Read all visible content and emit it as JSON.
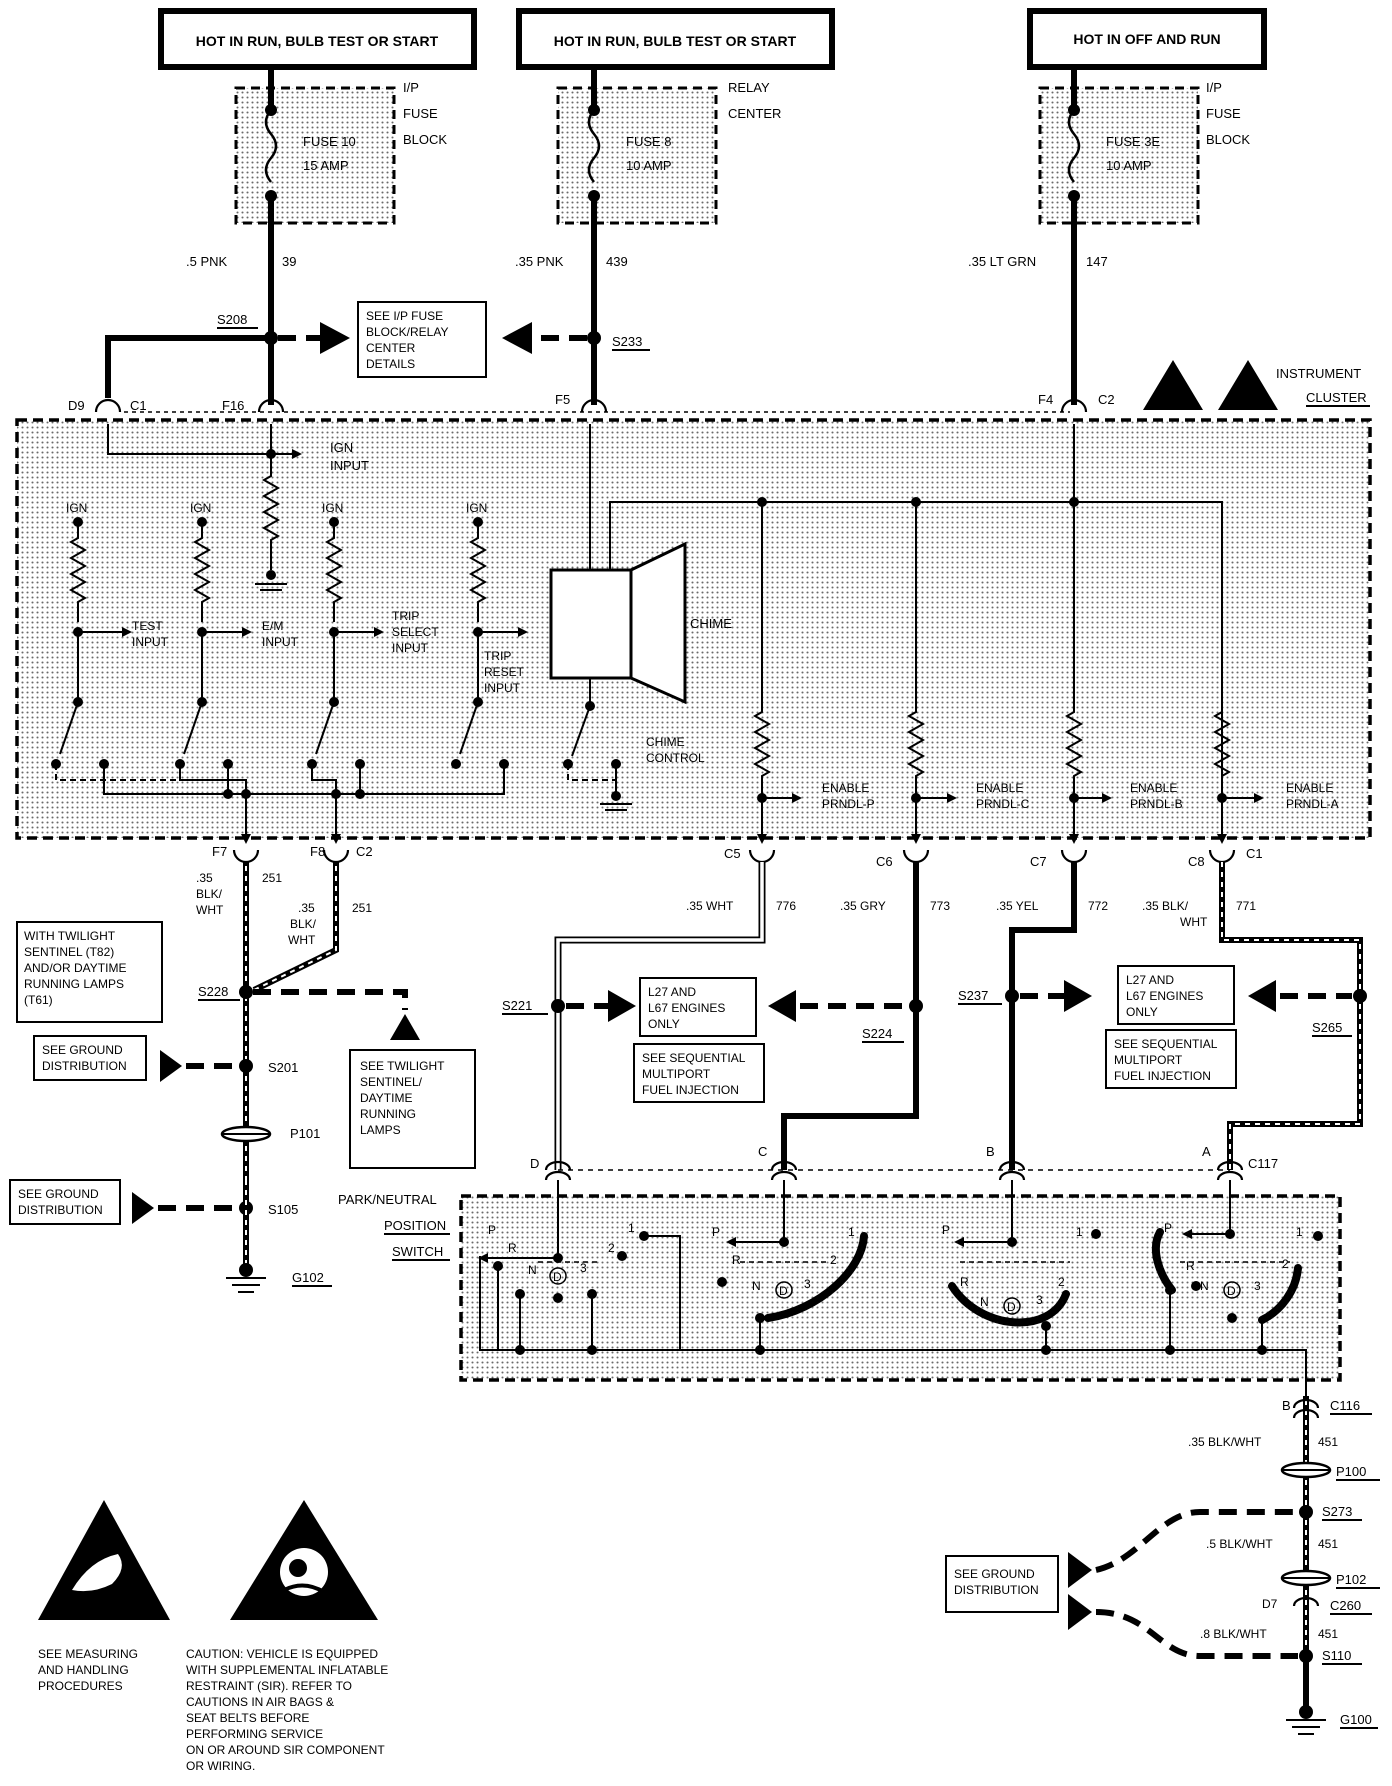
{
  "headers": [
    "HOT IN RUN, BULB TEST OR START",
    "HOT IN RUN, BULB TEST OR START",
    "HOT IN OFF AND RUN"
  ],
  "fuses": [
    {
      "name": "FUSE 10",
      "rating": "15 AMP",
      "block_lines": [
        "I/P",
        "FUSE",
        "BLOCK"
      ]
    },
    {
      "name": "FUSE 8",
      "rating": "10 AMP",
      "block_lines": [
        "RELAY",
        "CENTER"
      ]
    },
    {
      "name": "FUSE 3E",
      "rating": "10 AMP",
      "block_lines": [
        "I/P",
        "FUSE",
        "BLOCK"
      ]
    }
  ],
  "wires": {
    "w39": {
      "gauge": ".5 PNK",
      "circuit": "39"
    },
    "w439": {
      "gauge": ".35 PNK",
      "circuit": "439"
    },
    "w147": {
      "gauge": ".35 LT GRN",
      "circuit": "147"
    },
    "w776": {
      "gauge": ".35 WHT",
      "circuit": "776"
    },
    "w773": {
      "gauge": ".35 GRY",
      "circuit": "773"
    },
    "w772": {
      "gauge": ".35 YEL",
      "circuit": "772"
    },
    "w771": {
      "gauge": ".35 BLK/",
      "gauge2": "WHT",
      "circuit": "771"
    },
    "w251a": {
      "gauge1": ".35",
      "gauge2": "BLK/",
      "gauge3": "WHT",
      "circuit": "251"
    },
    "w251b": {
      "gauge1": ".35",
      "gauge2": "BLK/",
      "gauge3": "WHT",
      "circuit": "251"
    },
    "w451a": {
      "gauge": ".35 BLK/WHT",
      "circuit": "451"
    },
    "w451b": {
      "gauge": ".5 BLK/WHT",
      "circuit": "451"
    },
    "w451c": {
      "gauge": ".8 BLK/WHT",
      "circuit": "451"
    }
  },
  "splices": {
    "s208": "S208",
    "s233": "S233",
    "s228": "S228",
    "s201": "S201",
    "s105": "S105",
    "s221": "S221",
    "s224": "S224",
    "s237": "S237",
    "s265": "S265",
    "s273": "S273",
    "s110": "S110"
  },
  "connectors": {
    "d9": "D9",
    "c1a": "C1",
    "f16": "F16",
    "f5": "F5",
    "f4": "F4",
    "c2a": "C2",
    "f7": "F7",
    "f8": "F8",
    "c2b": "C2",
    "c5": "C5",
    "c6": "C6",
    "c7": "C7",
    "c8": "C8",
    "c1b": "C1",
    "pd": "D",
    "pc": "C",
    "pb": "B",
    "pa": "A",
    "c117": "C117",
    "c116_pin": "B",
    "c116": "C116",
    "p100": "P100",
    "p102": "P102",
    "d7": "D7",
    "c260": "C260",
    "p101": "P101"
  },
  "grounds": {
    "g102": "G102",
    "g100": "G100"
  },
  "see_fuse_details": [
    "SEE I/P FUSE",
    "BLOCK/RELAY",
    "CENTER",
    "DETAILS"
  ],
  "instrument_cluster": [
    "INSTRUMENT",
    "CLUSTER"
  ],
  "cluster": {
    "ign": "IGN",
    "ign_input": [
      "IGN",
      "INPUT"
    ],
    "test_input": [
      "TEST",
      "INPUT"
    ],
    "em_input": [
      "E/M",
      "INPUT"
    ],
    "trip_select": [
      "TRIP",
      "SELECT",
      "INPUT"
    ],
    "trip_reset": [
      "TRIP",
      "RESET",
      "INPUT"
    ],
    "chime": "CHIME",
    "chime_control": [
      "CHIME",
      "CONTROL"
    ],
    "enables": [
      [
        "ENABLE",
        "PRNDL-P"
      ],
      [
        "ENABLE",
        "PRNDL-C"
      ],
      [
        "ENABLE",
        "PRNDL-B"
      ],
      [
        "ENABLE",
        "PRNDL-A"
      ]
    ]
  },
  "twilight_box": [
    "WITH TWILIGHT",
    "SENTINEL (T82)",
    "AND/OR DAYTIME",
    "RUNNING LAMPS",
    "(T61)"
  ],
  "see_twilight": [
    "SEE TWILIGHT",
    "SENTINEL/",
    "DAYTIME",
    "RUNNING",
    "LAMPS"
  ],
  "see_ground": [
    "SEE GROUND",
    "DISTRIBUTION"
  ],
  "engines_only": [
    "L27 AND",
    "L67 ENGINES",
    "ONLY"
  ],
  "see_sfi": [
    "SEE SEQUENTIAL",
    "MULTIPORT",
    "FUEL INJECTION"
  ],
  "pn_switch": [
    "PARK/NEUTRAL",
    "POSITION",
    "SWITCH"
  ],
  "switch_labels": {
    "p": "P",
    "r": "R",
    "n": "N",
    "d": "D",
    "one": "1",
    "two": "2",
    "three": "3"
  },
  "esd_caption": [
    "SEE MEASURING",
    "AND HANDLING",
    "PROCEDURES"
  ],
  "sir_caption": [
    "CAUTION: VEHICLE IS EQUIPPED",
    "WITH SUPPLEMENTAL INFLATABLE",
    "RESTRAINT (SIR). REFER TO",
    "CAUTIONS IN AIR BAGS &",
    "SEAT BELTS BEFORE",
    "PERFORMING SERVICE",
    "ON OR AROUND SIR COMPONENT",
    "OR WIRING."
  ]
}
